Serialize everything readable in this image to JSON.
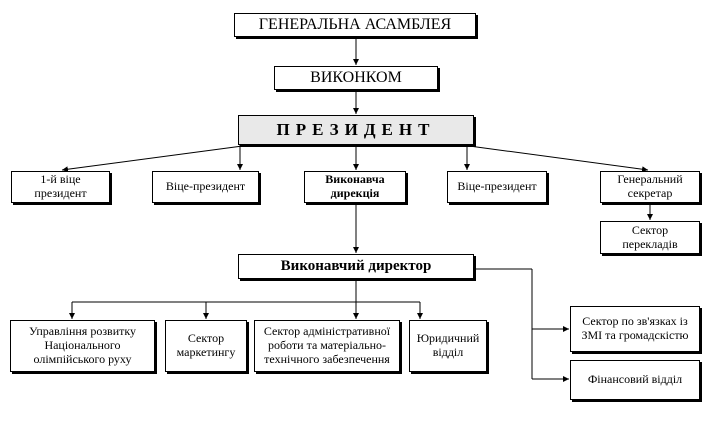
{
  "org_chart": {
    "assembly": "ГЕНЕРАЛЬНА АСАМБЛЕЯ",
    "executive_committee": "ВИКОНКОМ",
    "president": "ПРЕЗИДЕНТ",
    "first_vice_president": "1-й віце президент",
    "vice_president_left": "Віце-президент",
    "executive_directorate": "Виконавча дирекція",
    "vice_president_right": "Віце-президент",
    "general_secretary": "Генеральний секретар",
    "translation_sector": "Сектор перекладів",
    "executive_director": "Виконавчий директор",
    "olympic_movement_department": "Управління розвитку Національного олімпійського руху",
    "marketing_sector": "Сектор маркетингу",
    "admin_sector": "Сектор адміністративної роботи та матеріально-технічного забезпечення",
    "legal_department": "Юридичний відділ",
    "media_relations_sector": "Сектор по зв'язках із ЗМІ та громадскістю",
    "finance_department": "Фінансовий відділ"
  }
}
